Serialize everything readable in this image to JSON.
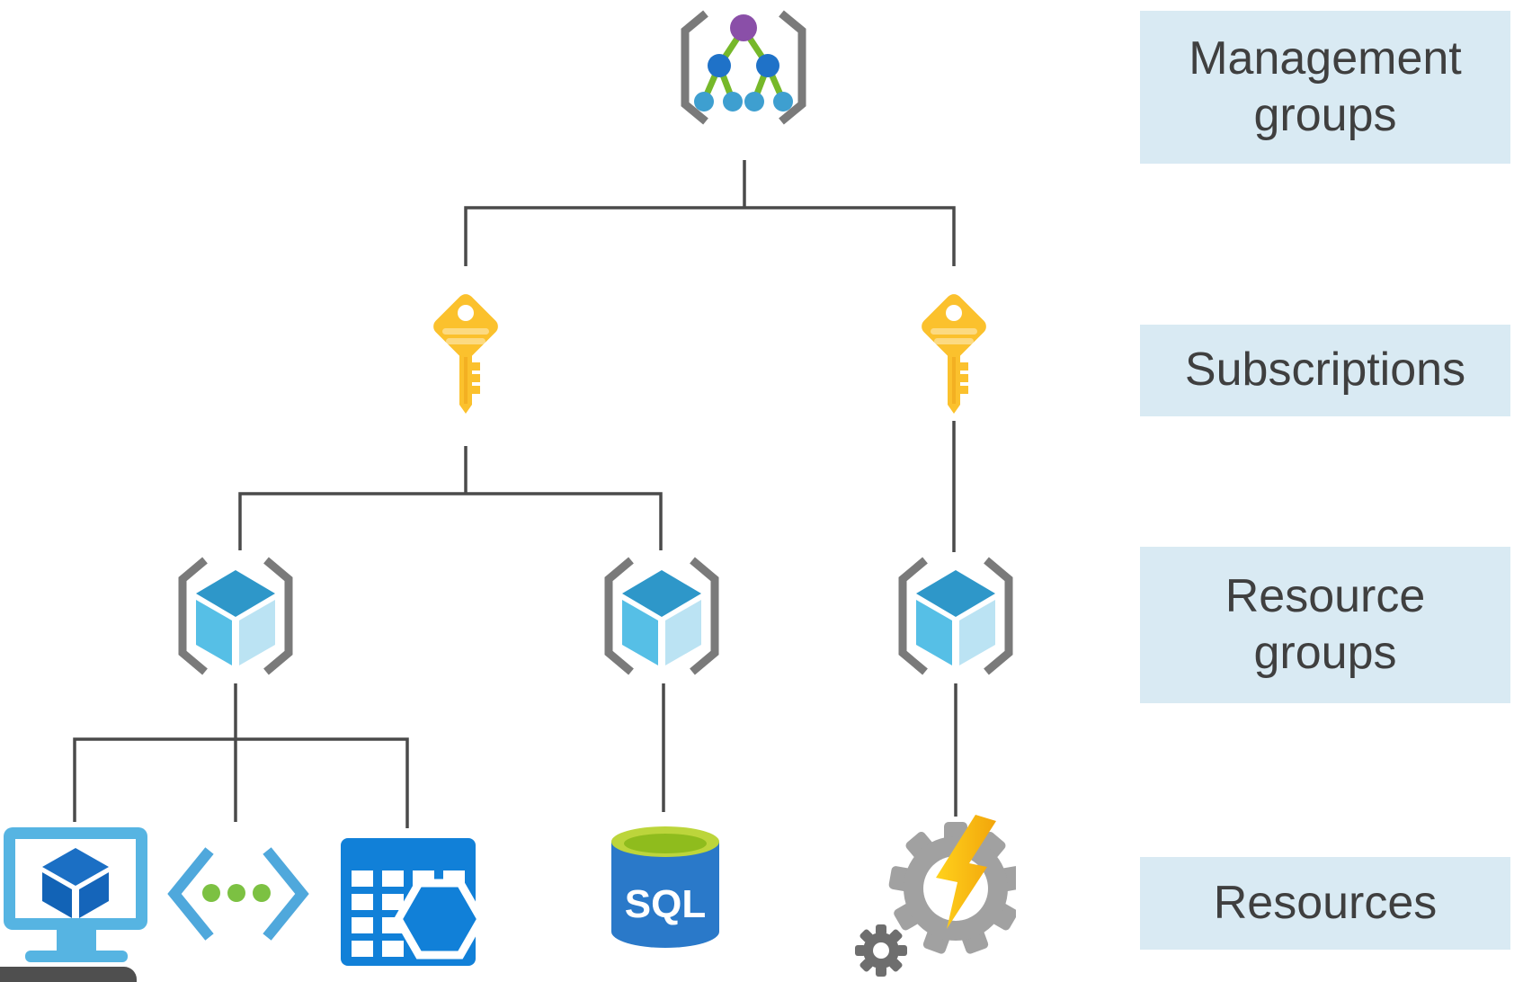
{
  "labels": {
    "management_groups": "Management groups",
    "subscriptions": "Subscriptions",
    "resource_groups": "Resource groups",
    "resources": "Resources"
  },
  "sql": {
    "text": "SQL"
  },
  "hierarchy": {
    "levels": [
      {
        "name": "Management groups",
        "node_count": 1,
        "icons": [
          "management-group-icon"
        ]
      },
      {
        "name": "Subscriptions",
        "node_count": 2,
        "icons": [
          "subscription-key-icon",
          "subscription-key-icon"
        ]
      },
      {
        "name": "Resource groups",
        "node_count": 3,
        "icons": [
          "resource-group-icon",
          "resource-group-icon",
          "resource-group-icon"
        ]
      },
      {
        "name": "Resources",
        "node_count": 5,
        "icons": [
          "virtual-machine-icon",
          "code-app-icon",
          "table-storage-icon",
          "sql-database-icon",
          "automation-gears-icon"
        ]
      }
    ]
  },
  "colors": {
    "label_box_bg": "#D9EAF3",
    "label_text": "#3F3F3F",
    "connector_line": "#4A4A4A",
    "bracket_gray": "#7A7A7A",
    "key_yellow": "#FBC12D",
    "cube_top_blue": "#2E97C9",
    "cube_left_blue": "#56BFE6",
    "cube_right_blue": "#BBE3F3",
    "vm_monitor_blue": "#56B4E2",
    "vm_cube_blue": "#1263B6",
    "code_bracket_blue": "#4FA8DC",
    "dot_green": "#7CC142",
    "table_blue": "#1180D8",
    "sql_body_blue": "#2A79C9",
    "sql_rim_green": "#BCD53B",
    "sql_top_green": "#8FBC1D",
    "gear_gray_large": "#A1A1A1",
    "gear_gray_small": "#6E6E6E",
    "lightning_yellow": "#FFD21C",
    "lightning_orange": "#F2A50B",
    "tree_root_purple": "#8A4FA8",
    "tree_mid_blue": "#1F72C8",
    "tree_leaf_blue": "#3E9FD0",
    "tree_edge_green": "#76B82A"
  }
}
